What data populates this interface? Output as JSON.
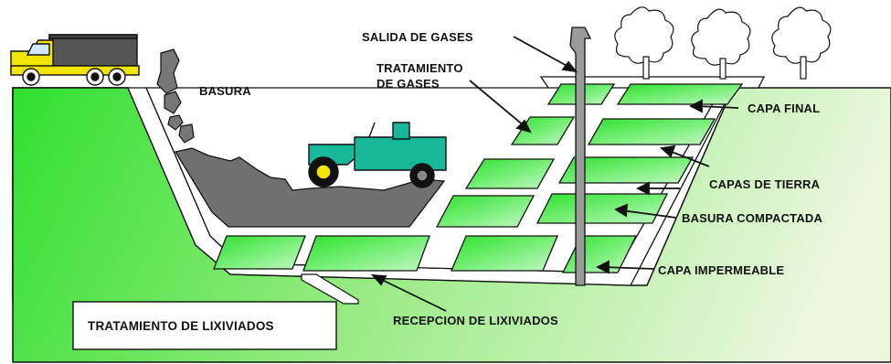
{
  "labels": {
    "salida_gases": "SALIDA DE GASES",
    "tratamiento_gases_line1": "TRATAMIENTO",
    "tratamiento_gases_line2": "DE GASES",
    "basura": "BASURA",
    "capa_final": "CAPA FINAL",
    "capas_tierra": "CAPAS DE TIERRA",
    "basura_compactada": "BASURA COMPACTADA",
    "capa_impermeable": "CAPA IMPERMEABLE",
    "recepcion_lixiviados": "RECEPCION DE LIXIVIADOS",
    "tratamiento_lixiviados": "TRATAMIENTO DE LIXIVIADOS"
  },
  "colors": {
    "ground_light": "#d8f5c8",
    "ground_dark": "#2ee82e",
    "cell_green": "#3ee83e",
    "cell_light": "#aaf5aa",
    "trash_gray": "#6e6e6e",
    "pipe_gray": "#999999",
    "truck_yellow": "#f2e600",
    "compactor_teal": "#17b89a",
    "outline": "#111111"
  },
  "icons": {
    "truck": "dump-truck-icon",
    "compactor": "road-roller-icon",
    "trees": "tree-icon"
  }
}
